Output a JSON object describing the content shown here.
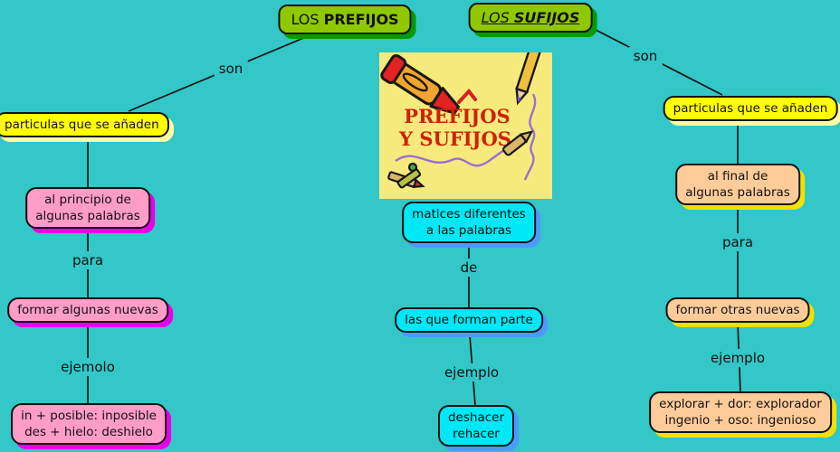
{
  "header": {
    "prefijos": {
      "plain": "LOS",
      "bold": "PREFIJOS"
    },
    "sufijos": {
      "plain": "LOS",
      "bold": "SUFIJOS"
    }
  },
  "connector_labels": {
    "son_left": "son",
    "son_right": "son",
    "para_left": "para",
    "ejemolo_left": "ejemolo",
    "de_center": "de",
    "ejemplo_center": "ejemplo",
    "para_right": "para",
    "ejemplo_right": "ejemplo"
  },
  "left_branch": {
    "node1": "particulas que se añaden",
    "node2_line1": "al principio de",
    "node2_line2": "algunas palabras",
    "node3": "formar algunas nuevas",
    "node4_line1": "in + posible: inposible",
    "node4_line2": "des + hielo: deshielo"
  },
  "center_branch": {
    "image_title_line1": "PREFIJOS",
    "image_title_line2": "Y SUFIJOS",
    "node1_line1": "matices diferentes",
    "node1_line2": "a las palabras",
    "node2": "las que forman parte",
    "node3_line1": "deshacer",
    "node3_line2": "rehacer"
  },
  "right_branch": {
    "node1": "particulas que se añaden",
    "node2_line1": "al final de",
    "node2_line2": "algunas palabras",
    "node3": "formar otras nuevas",
    "node4_line1": "explorar + dor: explorador",
    "node4_line2": "ingenio + oso: ingenioso"
  },
  "colors": {
    "bg": "#33c7c7",
    "line": "#141414",
    "node_green": "#8fc801",
    "node_green_shadow": "#049a06",
    "node_yellow": "#ffff00",
    "node_yellow_shadow": "#ffffa6",
    "node_pink": "#ff9cc8",
    "node_pink_shadow": "#e900ea",
    "node_cyan": "#00e7f5",
    "node_cyan_shadow": "#4d9aff",
    "node_peach": "#ffcc99",
    "node_peach_shadow": "#f2e000",
    "image_bg": "#f6ea7d",
    "image_title": "#cc2200",
    "image_squiggle": "#9a6fd0"
  }
}
